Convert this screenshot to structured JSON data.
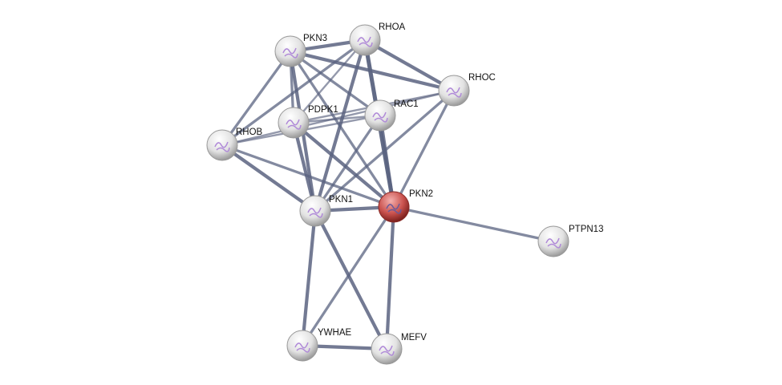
{
  "colors": {
    "edge": "#5a6380",
    "node": "#e6e6e6",
    "query_node": "#c0504d"
  },
  "nodes": [
    {
      "id": "PKN3",
      "label": "PKN3",
      "query": false
    },
    {
      "id": "RHOA",
      "label": "RHOA",
      "query": false
    },
    {
      "id": "RHOC",
      "label": "RHOC",
      "query": false
    },
    {
      "id": "RAC1",
      "label": "RAC1",
      "query": false
    },
    {
      "id": "PDPK1",
      "label": "PDPK1",
      "query": false
    },
    {
      "id": "RHOB",
      "label": "RHOB",
      "query": false
    },
    {
      "id": "PKN1",
      "label": "PKN1",
      "query": false
    },
    {
      "id": "PKN2",
      "label": "PKN2",
      "query": true
    },
    {
      "id": "PTPN13",
      "label": "PTPN13",
      "query": false
    },
    {
      "id": "YWHAE",
      "label": "YWHAE",
      "query": false
    },
    {
      "id": "MEFV",
      "label": "MEFV",
      "query": false
    }
  ],
  "edges": [
    [
      "PKN3",
      "RHOA",
      3
    ],
    [
      "PKN3",
      "RHOC",
      3
    ],
    [
      "PKN3",
      "RAC1",
      2
    ],
    [
      "PKN3",
      "RHOB",
      2
    ],
    [
      "PKN3",
      "PKN1",
      3
    ],
    [
      "PKN3",
      "PKN2",
      2
    ],
    [
      "PKN3",
      "PDPK1",
      2
    ],
    [
      "RHOA",
      "RHOB",
      2
    ],
    [
      "RHOA",
      "PDPK1",
      1
    ],
    [
      "RHOA",
      "RHOC",
      3
    ],
    [
      "RHOA",
      "PKN1",
      3
    ],
    [
      "RHOA",
      "PKN2",
      4
    ],
    [
      "RHOC",
      "PDPK1",
      1
    ],
    [
      "RHOC",
      "RHOB",
      1
    ],
    [
      "RHOC",
      "PKN1",
      2
    ],
    [
      "RHOC",
      "PKN2",
      2
    ],
    [
      "RAC1",
      "RHOB",
      1
    ],
    [
      "RAC1",
      "PDPK1",
      1
    ],
    [
      "RAC1",
      "PKN1",
      2
    ],
    [
      "RAC1",
      "PKN2",
      3
    ],
    [
      "PDPK1",
      "PKN1",
      3
    ],
    [
      "PDPK1",
      "PKN2",
      3
    ],
    [
      "RHOB",
      "PKN1",
      3
    ],
    [
      "RHOB",
      "PKN2",
      2
    ],
    [
      "PKN1",
      "PKN2",
      3
    ],
    [
      "PKN1",
      "YWHAE",
      3
    ],
    [
      "PKN1",
      "MEFV",
      3
    ],
    [
      "PKN2",
      "YWHAE",
      2
    ],
    [
      "PKN2",
      "MEFV",
      3
    ],
    [
      "PKN2",
      "PTPN13",
      2
    ],
    [
      "YWHAE",
      "MEFV",
      3
    ]
  ]
}
